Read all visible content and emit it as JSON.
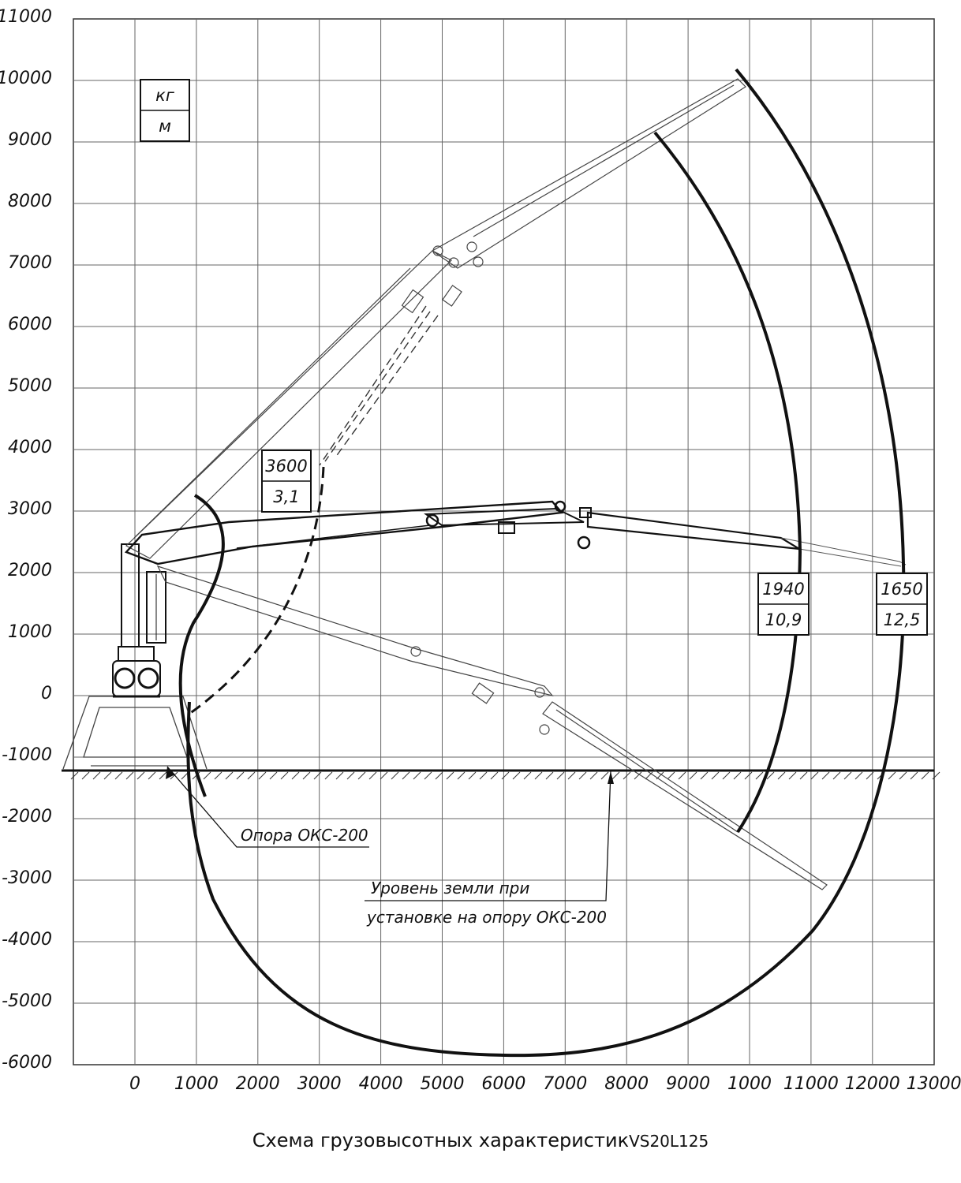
{
  "title": "Схема грузовысотных характеристик",
  "model": "VS20L125",
  "units_box": {
    "top": "кг",
    "bottom": "м"
  },
  "x_ticks": [
    "0",
    "1000",
    "2000",
    "3000",
    "4000",
    "5000",
    "6000",
    "7000",
    "8000",
    "9000",
    "1000",
    "11000",
    "12000",
    "13000"
  ],
  "y_ticks": [
    "11000",
    "10000",
    "9000",
    "8000",
    "7000",
    "6000",
    "5000",
    "4000",
    "3000",
    "2000",
    "1000",
    "0",
    "-1000",
    "-2000",
    "-3000",
    "-4000",
    "-5000",
    "-6000"
  ],
  "load_points": [
    {
      "load": "3600",
      "reach": "3,1"
    },
    {
      "load": "1940",
      "reach": "10,9"
    },
    {
      "load": "1650",
      "reach": "12,5"
    }
  ],
  "annotations": {
    "support": "Опора ОКС-200",
    "ground_line1": "Уровень земли при",
    "ground_line2": "установке на опору ОКС-200"
  }
}
